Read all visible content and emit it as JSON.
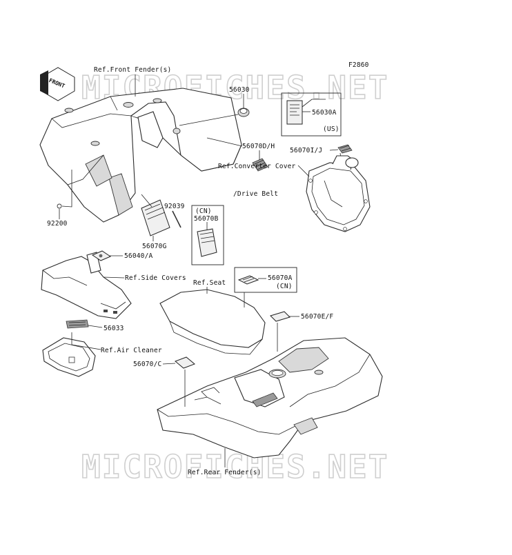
{
  "figure_code": "F2860",
  "front_badge": "FRONT",
  "watermark": "MICROFICHES.NET",
  "labels": {
    "ref_front_fender": "Ref.Front Fender(s)",
    "p56030": "56030",
    "p56030a": "56030A",
    "us": "(US)",
    "p56070dh": "56070D/H",
    "p56070ij": "56070I/J",
    "ref_converter_1": "Ref.Converter Cover",
    "ref_converter_2": "/Drive Belt",
    "p92039": "92039",
    "cn1": "(CN)",
    "p56070b": "56070B",
    "p92200": "92200",
    "p56070g": "56070G",
    "p56040a": "56040/A",
    "ref_side_covers": "Ref.Side Covers",
    "ref_seat": "Ref.Seat",
    "p56070a": "56070A",
    "cn2": "(CN)",
    "p56070ef": "56070E/F",
    "p56033": "56033",
    "ref_air_cleaner": "Ref.Air Cleaner",
    "p56070c": "56070/C",
    "ref_rear_fender": "Ref.Rear Fender(s)"
  }
}
